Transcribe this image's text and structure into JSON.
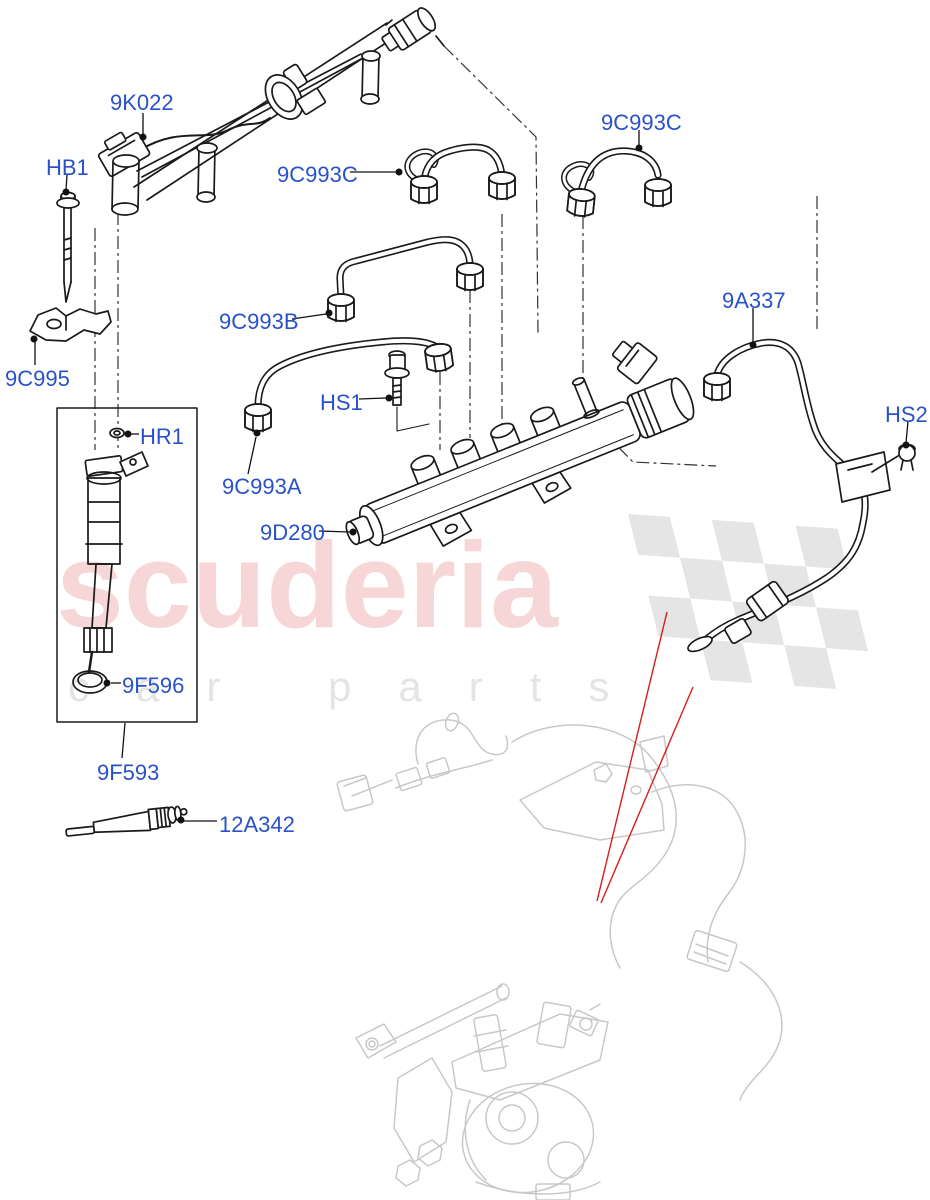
{
  "watermark": {
    "brand": "scuderia",
    "subtext": "car parts"
  },
  "part_labels": {
    "k9022": "9K022",
    "hb1": "HB1",
    "c993c_mid": "9C993C",
    "c993c_right": "9C993C",
    "a9337": "9A337",
    "c995": "9C995",
    "hr1": "HR1",
    "c993b": "9C993B",
    "hs1": "HS1",
    "c993a": "9C993A",
    "d9280": "9D280",
    "hs2": "HS2",
    "f9596": "9F596",
    "f9593": "9F593",
    "a12342": "12A342"
  },
  "colors": {
    "label_blue": "#2a52c8",
    "watermark_pink": "#f6d6d6",
    "watermark_gray": "#e4e4e4",
    "leader_red": "#d42020",
    "line_black": "#1a1a1a",
    "engine_gray": "#c8c8c8",
    "flag_gray": "#e5e5e5"
  }
}
